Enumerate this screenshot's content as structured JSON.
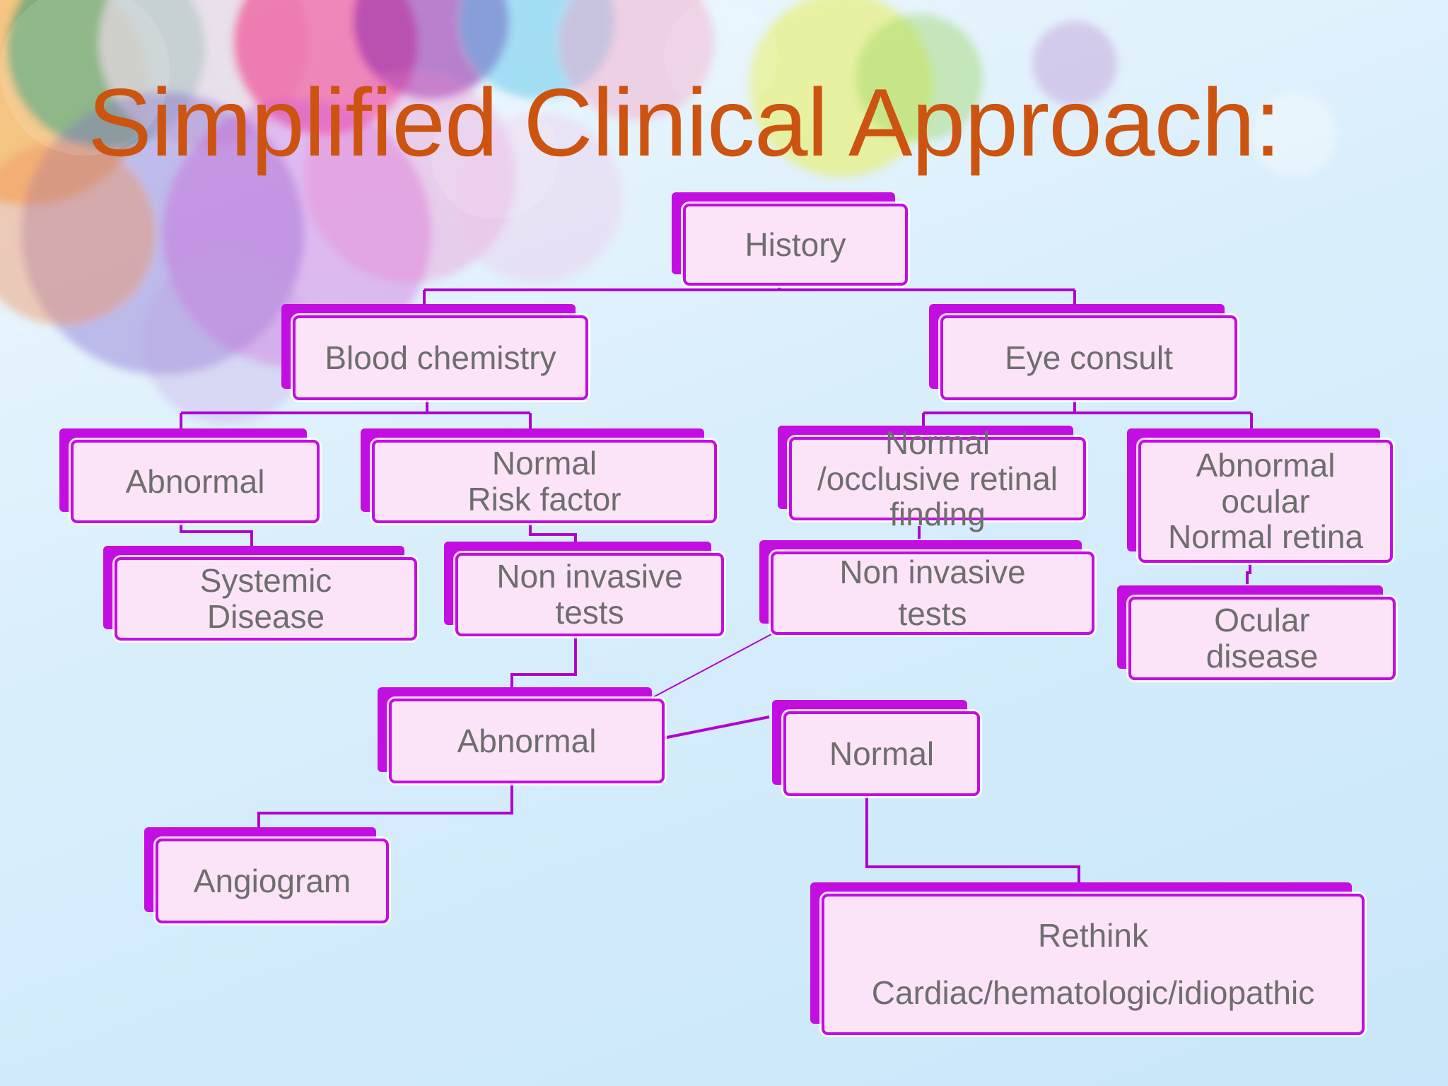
{
  "slide": {
    "title": "Simplified Clinical Approach:"
  },
  "colors": {
    "title": "#cc5410",
    "box_fill": "#fbe4f8",
    "box_border": "#c20ee0",
    "connector": "#b000d0",
    "text": "#6e6e6e"
  },
  "flowchart": {
    "history": {
      "lines": [
        "History"
      ]
    },
    "blood_chemistry": {
      "lines": [
        "Blood chemistry"
      ]
    },
    "eye_consult": {
      "lines": [
        "Eye consult"
      ]
    },
    "abnormal_blood": {
      "lines": [
        "Abnormal"
      ]
    },
    "normal_risk_factor": {
      "lines": [
        "Normal",
        "Risk factor"
      ]
    },
    "normal_occlusive": {
      "lines": [
        "Normal",
        "/occlusive retinal",
        "finding"
      ]
    },
    "abnormal_ocular": {
      "lines": [
        "Abnormal",
        "ocular",
        "Normal retina"
      ]
    },
    "systemic_disease": {
      "lines": [
        "Systemic",
        "Disease"
      ]
    },
    "non_invasive_tests_left": {
      "lines": [
        "Non invasive",
        "tests"
      ]
    },
    "non_invasive_tests_right": {
      "lines": [
        "Non invasive",
        "tests"
      ]
    },
    "ocular_disease": {
      "lines": [
        "Ocular",
        "disease"
      ]
    },
    "abnormal_result": {
      "lines": [
        "Abnormal"
      ]
    },
    "normal_result": {
      "lines": [
        "Normal"
      ]
    },
    "angiogram": {
      "lines": [
        "Angiogram"
      ]
    },
    "rethink": {
      "lines": [
        "Rethink",
        "Cardiac/hematologic/idiopathic"
      ]
    }
  }
}
